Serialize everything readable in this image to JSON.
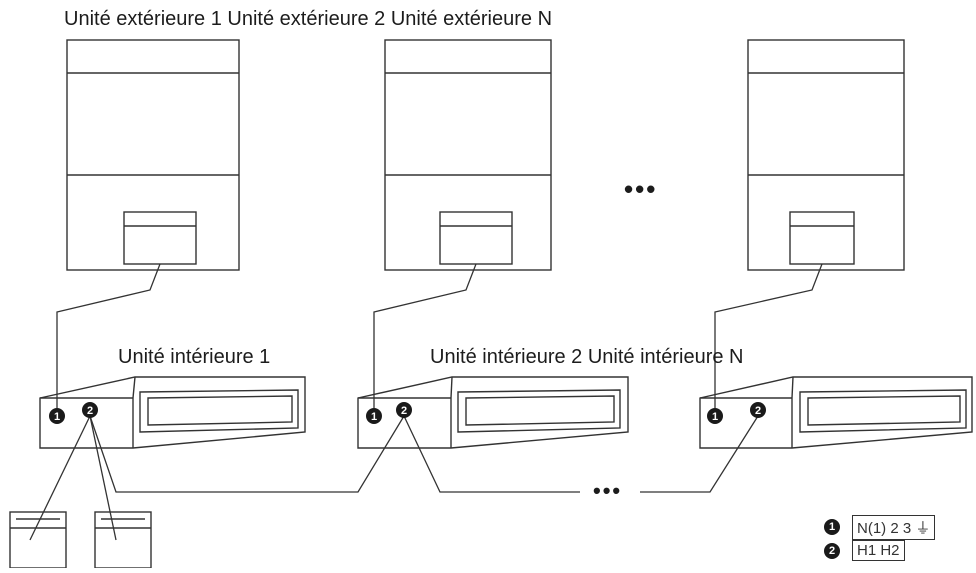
{
  "outdoor_units_caption": "Unité extérieure 1 Unité extérieure 2 Unité extérieure N",
  "indoor_unit_1_label": "Unité intérieure 1",
  "indoor_units_2_n_label": "Unité intérieure 2 Unité intérieure N",
  "ellipsis": "•••",
  "terminal_marks": [
    "1",
    "2"
  ],
  "legend": [
    {
      "mark": "1",
      "terminals": "N(1) 2 3 ⏚"
    },
    {
      "mark": "2",
      "terminals": "H1 H2"
    }
  ]
}
